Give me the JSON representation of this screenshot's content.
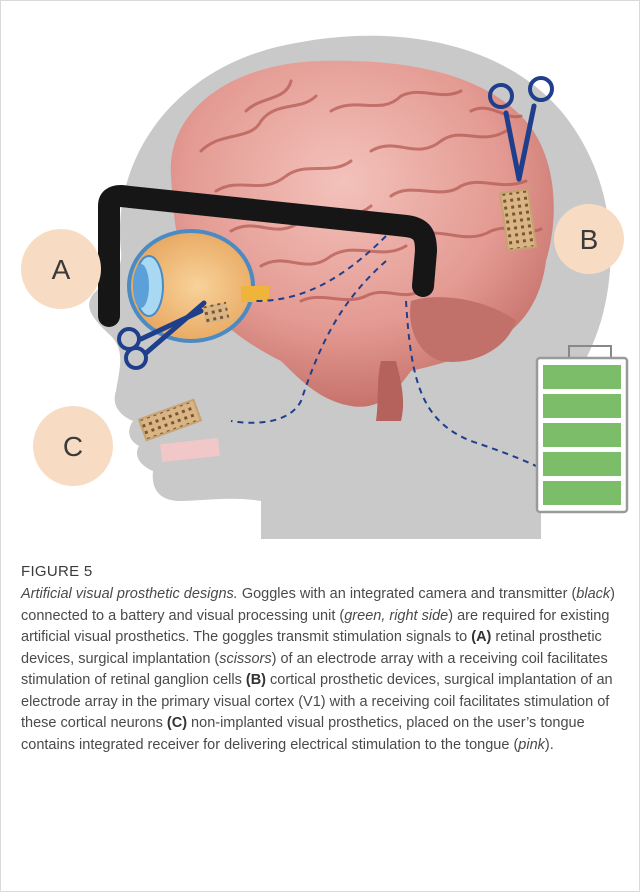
{
  "figure": {
    "labels": {
      "a": "A",
      "b": "B",
      "c": "C"
    },
    "colors": {
      "head": "#c9c9c9",
      "brain": "#e7a29a",
      "brain_dark": "#b9625b",
      "goggles": "#161616",
      "battery": "#7cbd6a",
      "label_bg": "#f7dcc3",
      "scissors": "#1f3f8c",
      "electrode": "#c7a273",
      "tongue": "#f6c7c7"
    },
    "icons": [
      "brain-illustration",
      "head-silhouette",
      "goggles",
      "eye",
      "scissors-icon",
      "electrode-array",
      "battery-icon"
    ]
  },
  "caption": {
    "figure_label": "FIGURE 5",
    "title": "Artificial visual prosthetic designs.",
    "s1": " Goggles with an integrated camera and transmitter (",
    "black": "black",
    "s2": ") connected to a battery and visual processing unit (",
    "green": "green, right side",
    "s3": ") are required for existing artificial visual prosthetics. The goggles transmit stimulation signals to ",
    "a": "(A)",
    "s4": " retinal prosthetic devices, surgical implantation (",
    "scissors": "scissors",
    "s5": ") of an electrode array with a receiving coil facilitates stimulation of retinal ganglion cells ",
    "b": "(B)",
    "s6": " cortical prosthetic devices, surgical implantation of an electrode array in the primary visual cortex (V1) with a receiving coil facilitates stimulation of these cortical neurons ",
    "c": "(C)",
    "s7": " non-implanted visual prosthetics, placed on the user’s tongue contains integrated receiver for delivering electrical stimulation to the tongue (",
    "pink": "pink",
    "s8": ")."
  }
}
